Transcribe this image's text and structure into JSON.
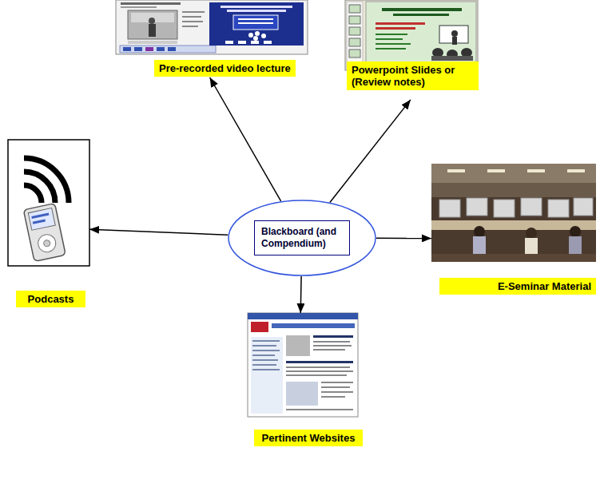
{
  "diagram": {
    "nodes": [
      {
        "text": [
          "Pre-recorded video lecture"
        ]
      },
      {
        "text": [
          "Powerpoint Slides or (Review notes)"
        ]
      },
      {
        "text": [
          "Podcasts"
        ]
      },
      {
        "text": [
          "Blackboard (and Compendium)"
        ]
      },
      {
        "text": [
          "E-Seminar Material"
        ]
      },
      {
        "text": [
          "Pertinent Websites"
        ]
      }
    ],
    "edges": [
      {
        "from": 3,
        "to": 0,
        "arrow": "to"
      },
      {
        "from": 3,
        "to": 1,
        "arrow": "to"
      },
      {
        "from": 3,
        "to": 2,
        "arrow": "to"
      },
      {
        "from": 3,
        "to": 4,
        "arrow": "to"
      },
      {
        "from": 3,
        "to": 5,
        "arrow": "to"
      }
    ]
  }
}
